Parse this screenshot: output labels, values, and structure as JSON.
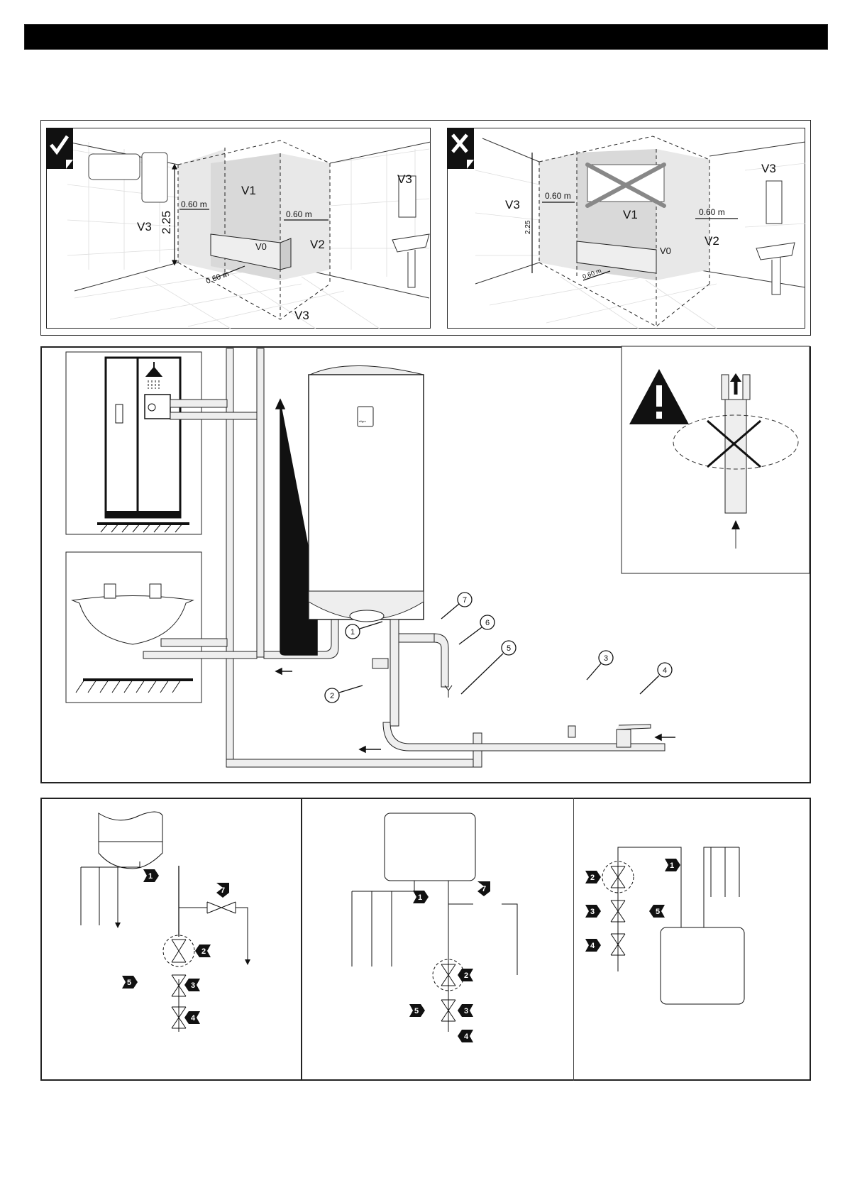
{
  "header": {
    "title": ""
  },
  "zones_panel": {
    "correct": {
      "badge_icon": "checkmark-icon",
      "zones": {
        "v0": "V0",
        "v1": "V1",
        "v2": "V2",
        "v3_left": "V3",
        "v3_right": "V3",
        "v3_floor": "V3"
      },
      "dimensions": {
        "left_gap": "0.60 m",
        "right_gap": "0.60 m",
        "floor_gap": "0.60 m",
        "height": "2.25"
      }
    },
    "incorrect": {
      "badge_icon": "cross-icon",
      "zones": {
        "v0": "V0",
        "v1": "V1",
        "v2": "V2",
        "v3_left": "V3",
        "v3_right": "V3"
      },
      "dimensions": {
        "left_gap": "0.60 m",
        "right_gap": "0.60 m",
        "floor_gap": "0.60 m",
        "height": "2.25"
      }
    }
  },
  "installation_panel": {
    "callouts": [
      "1",
      "2",
      "3",
      "4",
      "5",
      "6",
      "7"
    ],
    "heater_logo": "eligro",
    "warning_icon": "warning-triangle-icon"
  },
  "schematics": [
    {
      "variant": "vertical-heater-bottom-connections",
      "markers": [
        "1",
        "2",
        "3",
        "4",
        "5",
        "7"
      ]
    },
    {
      "variant": "horizontal-heater-bottom-connections",
      "markers": [
        "1",
        "2",
        "3",
        "4",
        "5",
        "7"
      ]
    },
    {
      "variant": "horizontal-heater-top-connections",
      "markers": [
        "1",
        "2",
        "3",
        "4",
        "5"
      ]
    }
  ]
}
